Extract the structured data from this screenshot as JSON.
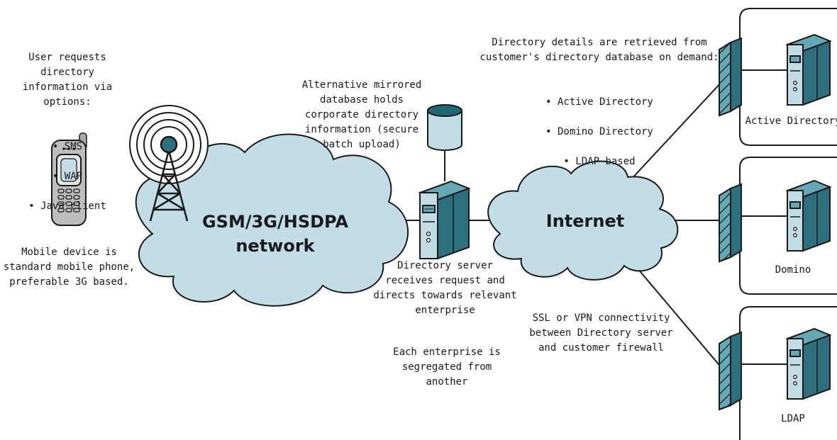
{
  "user_requests": {
    "text": "User requests directory\ninformation via options:",
    "options": [
      "SMS",
      "WAP",
      "Java client"
    ]
  },
  "mobile_device": {
    "text": "Mobile device is\nstandard mobile phone,\npreferable 3G based."
  },
  "network_cloud": {
    "label": "GSM/3G/HSDPA\nnetwork"
  },
  "internet_cloud": {
    "label": "Internet"
  },
  "mirrored_db": {
    "text": "Alternative mirrored\ndatabase holds\ncorporate directory\ninformation (secure\nbatch upload)"
  },
  "directory_server": {
    "text": "Directory server\nreceives request and\ndirects towards relevant\nenterprise"
  },
  "segregation": {
    "text": "Each enterprise is\nsegregated from\nanother"
  },
  "directory_details": {
    "text": "Directory details are retrieved from\ncustomer's directory database on demand:",
    "items": [
      "Active Directory",
      "Domino Directory",
      "LDAP based"
    ]
  },
  "ssl_vpn": {
    "text": "SSL or VPN connectivity\nbetween Directory server\nand customer firewall"
  },
  "enterprises": [
    {
      "label": "Active Directory"
    },
    {
      "label": "Domino"
    },
    {
      "label": "LDAP"
    }
  ],
  "colors": {
    "cloud_fill": "#c3dde6",
    "teal": "#66a9b6",
    "dark_teal": "#2d6f7c",
    "db_top": "#1f6878",
    "line": "#1a1a1a"
  }
}
